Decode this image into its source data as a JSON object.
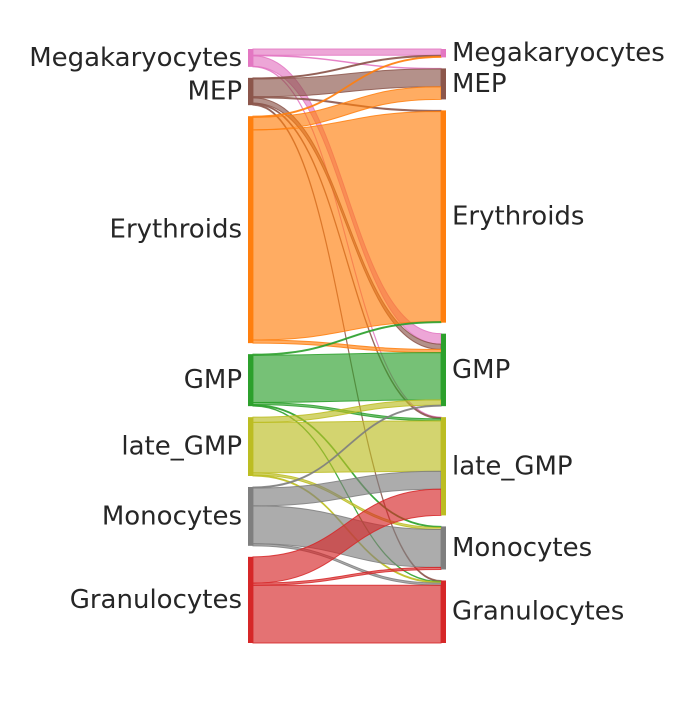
{
  "chart_data": {
    "type": "sankey",
    "categories": [
      "Megakaryocytes",
      "MEP",
      "Erythroids",
      "GMP",
      "late_GMP",
      "Monocytes",
      "Granulocytes"
    ],
    "colors": {
      "Megakaryocytes": "#e377c2",
      "MEP": "#8c564b",
      "Erythroids": "#ff7f0e",
      "GMP": "#2ca02c",
      "late_GMP": "#bcbd22",
      "Monocytes": "#7f7f7f",
      "Granulocytes": "#d62728"
    },
    "flows": [
      {
        "source": "Megakaryocytes",
        "target": "Megakaryocytes",
        "value": 6
      },
      {
        "source": "Megakaryocytes",
        "target": "MEP",
        "value": 0.5
      },
      {
        "source": "Megakaryocytes",
        "target": "GMP",
        "value": 10
      },
      {
        "source": "Megakaryocytes",
        "target": "late_GMP",
        "value": 0.5
      },
      {
        "source": "MEP",
        "target": "Megakaryocytes",
        "value": 1
      },
      {
        "source": "MEP",
        "target": "MEP",
        "value": 17
      },
      {
        "source": "MEP",
        "target": "Erythroids",
        "value": 1
      },
      {
        "source": "MEP",
        "target": "GMP",
        "value": 5
      },
      {
        "source": "MEP",
        "target": "late_GMP",
        "value": 1
      },
      {
        "source": "MEP",
        "target": "Granulocytes",
        "value": 1
      },
      {
        "source": "Erythroids",
        "target": "Megakaryocytes",
        "value": 1
      },
      {
        "source": "Erythroids",
        "target": "MEP",
        "value": 12
      },
      {
        "source": "Erythroids",
        "target": "Erythroids",
        "value": 200
      },
      {
        "source": "Erythroids",
        "target": "GMP",
        "value": 3
      },
      {
        "source": "GMP",
        "target": "Erythroids",
        "value": 1
      },
      {
        "source": "GMP",
        "target": "GMP",
        "value": 45
      },
      {
        "source": "GMP",
        "target": "late_GMP",
        "value": 2
      },
      {
        "source": "GMP",
        "target": "Monocytes",
        "value": 1
      },
      {
        "source": "GMP",
        "target": "Granulocytes",
        "value": 0.5
      },
      {
        "source": "late_GMP",
        "target": "GMP",
        "value": 5
      },
      {
        "source": "late_GMP",
        "target": "late_GMP",
        "value": 48
      },
      {
        "source": "late_GMP",
        "target": "Monocytes",
        "value": 2
      },
      {
        "source": "late_GMP",
        "target": "Granulocytes",
        "value": 1
      },
      {
        "source": "Monocytes",
        "target": "GMP",
        "value": 1
      },
      {
        "source": "Monocytes",
        "target": "late_GMP",
        "value": 17
      },
      {
        "source": "Monocytes",
        "target": "Monocytes",
        "value": 36
      },
      {
        "source": "Monocytes",
        "target": "Granulocytes",
        "value": 2
      },
      {
        "source": "Granulocytes",
        "target": "late_GMP",
        "value": 25
      },
      {
        "source": "Granulocytes",
        "target": "Monocytes",
        "value": 2
      },
      {
        "source": "Granulocytes",
        "target": "Granulocytes",
        "value": 55
      }
    ]
  }
}
